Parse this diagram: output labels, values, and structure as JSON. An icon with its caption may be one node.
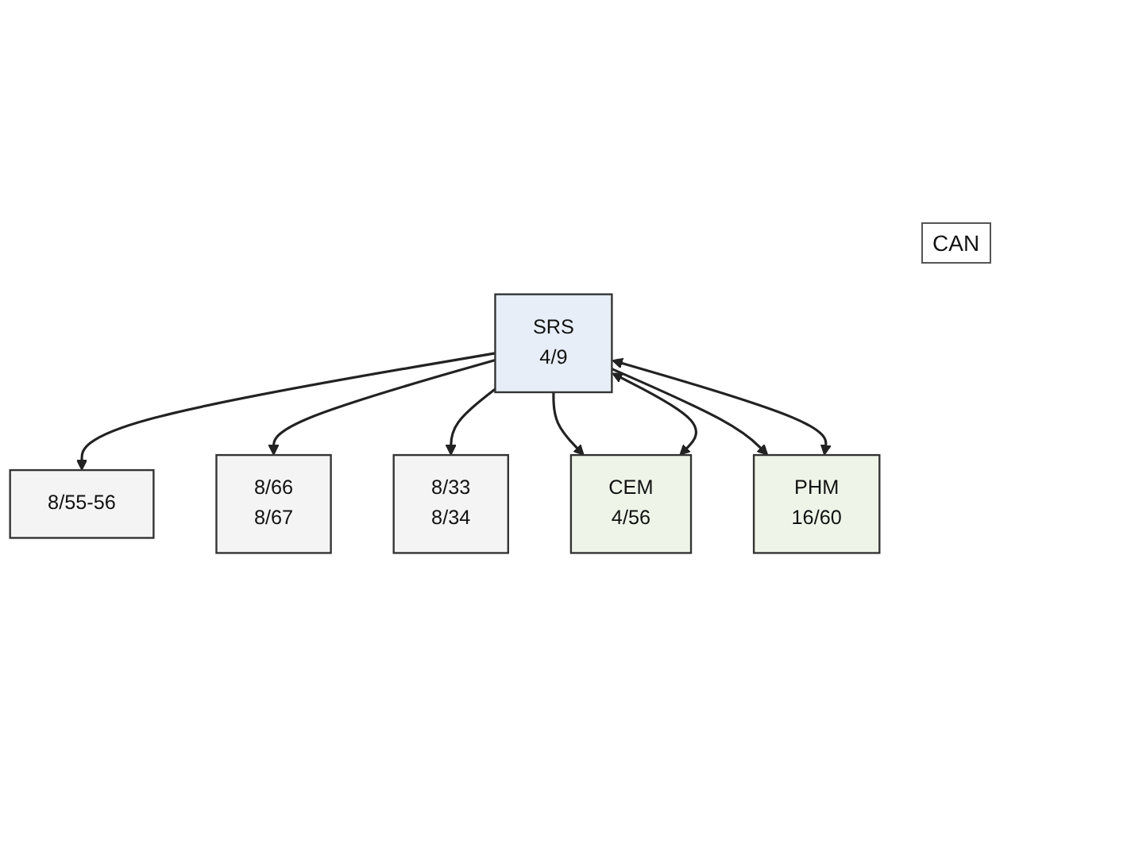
{
  "diagram": {
    "nodes": [
      {
        "text": [
          "SRS",
          "4/9"
        ]
      },
      {
        "text": [
          "8/55-56"
        ]
      },
      {
        "text": [
          "8/66",
          "8/67"
        ]
      },
      {
        "text": [
          "8/33",
          "8/34"
        ]
      },
      {
        "text": [
          "CEM",
          "4/56"
        ]
      },
      {
        "text": [
          "PHM",
          "16/60"
        ]
      }
    ],
    "edges": [
      {
        "from": 0,
        "to": 1,
        "arrow": "to"
      },
      {
        "from": 0,
        "to": 2,
        "arrow": "to"
      },
      {
        "from": 0,
        "to": 3,
        "arrow": "to"
      },
      {
        "from": 0,
        "to": 4,
        "arrow": "to"
      },
      {
        "from": 0,
        "to": 5,
        "arrow": "to"
      },
      {
        "from": 0,
        "to": 4,
        "arrow": "both"
      },
      {
        "from": 0,
        "to": 5,
        "arrow": "both"
      }
    ],
    "labels": [
      "CAN"
    ]
  }
}
